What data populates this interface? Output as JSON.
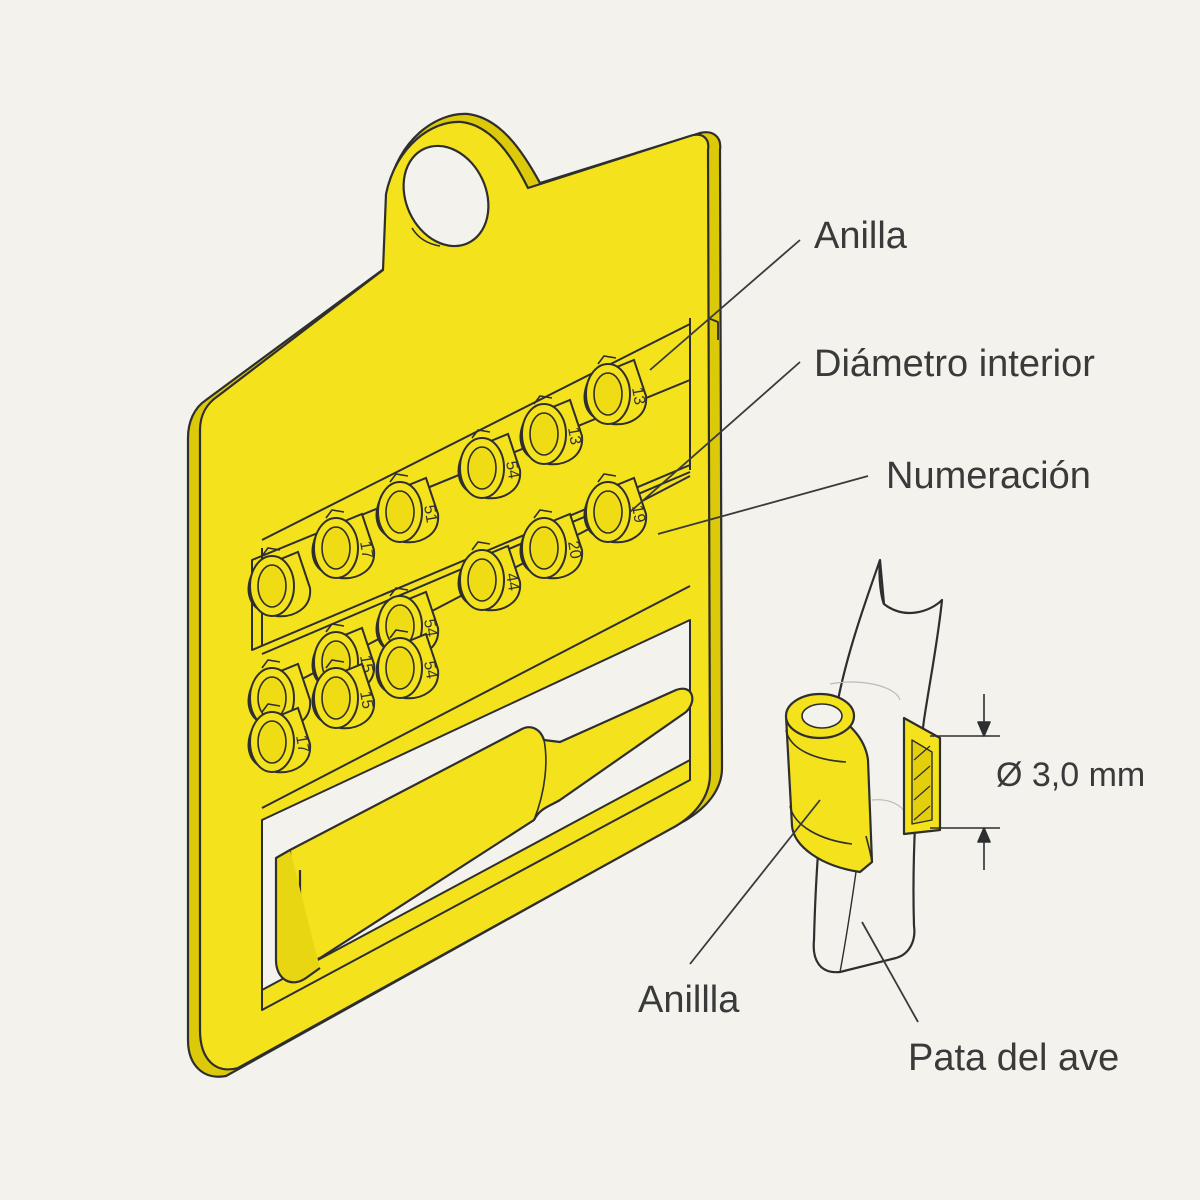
{
  "colors": {
    "background": "#f3f2ed",
    "plastic": "#f4e21c",
    "plastic_dark": "#e3cf0c",
    "outline": "#2e2e2e",
    "leader": "#3a3a3a"
  },
  "labels": {
    "anilla": "Anilla",
    "diametro": "Diámetro interior",
    "numeracion": "Numeración",
    "anilla_leg": "Anillla",
    "pata": "Pata del ave",
    "diameter_value": "Ø 3,0 mm"
  },
  "rings": {
    "row1": [
      "",
      "17",
      "51",
      "54",
      "13",
      "13"
    ],
    "row2": [
      "",
      "15",
      "54",
      "44",
      "20",
      "19"
    ],
    "row3": [
      "17",
      "15",
      "54",
      "",
      "",
      ""
    ]
  }
}
